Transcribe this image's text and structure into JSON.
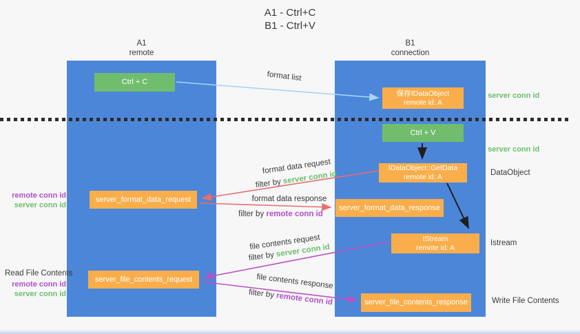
{
  "title": {
    "line1": "A1 - Ctrl+C",
    "line2": "B1 - Ctrl+V"
  },
  "lanes": {
    "a1": {
      "name": "A1",
      "role": "remote"
    },
    "b1": {
      "name": "B1",
      "role": "connection"
    }
  },
  "nodes": {
    "ctrl_c": {
      "label": "Ctrl + C"
    },
    "ctrl_v": {
      "label": "Ctrl + V"
    },
    "save_idataobject": {
      "line1": "保存IDataObject",
      "line2": "remote id: A"
    },
    "idataobject_getdata": {
      "line1": "IDataObject::GetData",
      "line2": "remote id: A"
    },
    "istream": {
      "line1": "IStream",
      "line2": "remote id: A"
    },
    "server_format_data_request": {
      "label": "server_format_data_request"
    },
    "server_format_data_response": {
      "label": "server_format_data_response"
    },
    "server_file_contents_request": {
      "label": "server_file_contents_request"
    },
    "server_file_contents_response": {
      "label": "server_file_contents_response"
    }
  },
  "arrow_labels": {
    "format_list": "format list",
    "format_data_request": "format data request",
    "format_data_request_filter_prefix": "filter by ",
    "format_data_request_filter_key": "server conn id",
    "format_data_response": "format data response",
    "format_data_response_filter_prefix": "filter by ",
    "format_data_response_filter_key": "remote conn id",
    "file_contents_request": "file contents request",
    "file_contents_request_filter_prefix": "filter by ",
    "file_contents_request_filter_key": "server conn id",
    "file_contents_response": "file contents response",
    "file_contents_response_filter_prefix": "filter by ",
    "file_contents_response_filter_key": "remote conn id"
  },
  "side_labels": {
    "right_server_conn_id_top": "server conn id",
    "right_server_conn_id_mid": "server conn id",
    "dataobject": "DataObject",
    "istream": "Istream",
    "write_file_contents": "Write File Contents",
    "left_remote_conn_id_top": "remote conn id",
    "left_server_conn_id_top": "server conn id",
    "read_file_contents": "Read File Contents",
    "left_remote_conn_id_bottom": "remote conn id",
    "left_server_conn_id_bottom": "server conn id"
  },
  "colors": {
    "lane_blue": "#4c86d8",
    "node_orange": "#f9ae4b",
    "node_green": "#71bd6e",
    "green_text": "#6cbf6c",
    "purple_text": "#b04fc8",
    "arrow_red": "#e96d6d",
    "arrow_purple": "#ba50c2",
    "arrow_blue": "#a8d4f2",
    "arrow_black": "#1f1f1f",
    "dot_color": "#2b2b2b"
  }
}
